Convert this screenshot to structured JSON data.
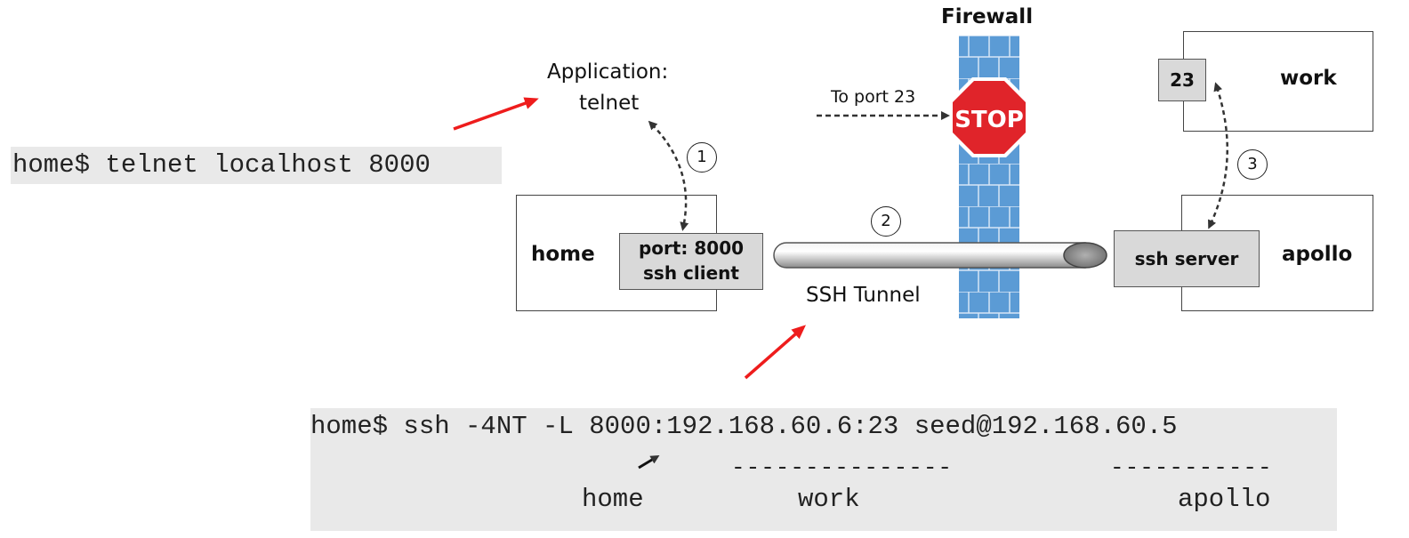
{
  "commands": {
    "telnet": "home$ telnet localhost 8000",
    "ssh": "home$ ssh -4NT -L 8000:192.168.60.6:23 seed@192.168.60.5",
    "dashes_work": "---------------",
    "dashes_apollo": "-----------",
    "label_home": "home",
    "label_work": "work",
    "label_apollo": "apollo"
  },
  "diagram": {
    "firewall_title": "Firewall",
    "application_line1": "Application:",
    "application_line2": "telnet",
    "to_port": "To port 23",
    "stop_sign": "STOP",
    "home_label": "home",
    "home_port_line1": "port: 8000",
    "home_port_line2": "ssh client",
    "ssh_tunnel": "SSH Tunnel",
    "apollo_label": "apollo",
    "apollo_server": "ssh server",
    "work_label": "work",
    "work_port": "23",
    "step1": "1",
    "step2": "2",
    "step3": "3"
  },
  "colors": {
    "firewall_blue": "#5b9bd5",
    "stop_red": "#e0242a",
    "arrow_red": "#ee1c1c",
    "cmd_bg": "#e9e9e9",
    "gray_box": "#d9d9d9"
  }
}
